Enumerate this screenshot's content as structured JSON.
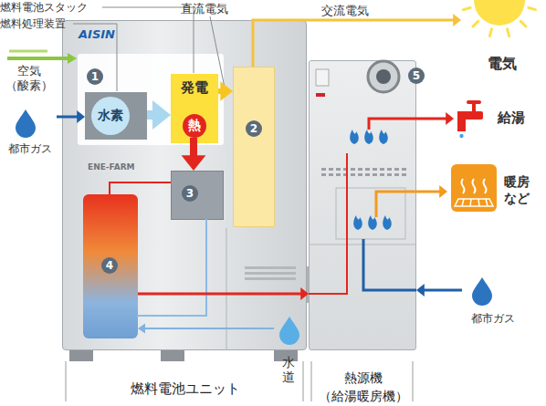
{
  "diagram": {
    "nodes": [
      {
        "text": [
          "燃料電池ユニット"
        ]
      },
      {
        "text": [
          "1"
        ],
        "in": 0
      },
      {
        "text": [
          "水素"
        ],
        "in": 1
      },
      {
        "text": [
          "発電"
        ],
        "in": 1
      },
      {
        "text": [
          "熱"
        ],
        "in": 3
      },
      {
        "text": [
          "2"
        ],
        "in": 0
      },
      {
        "text": [
          "3"
        ],
        "in": 0
      },
      {
        "text": [
          "4"
        ],
        "in": 0
      },
      {
        "text": [
          "5",
          "熱源機 （給湯暖房機）"
        ]
      },
      {
        "text": [
          "電気"
        ]
      },
      {
        "text": [
          "給湯"
        ]
      },
      {
        "text": [
          "暖房 など"
        ]
      },
      {
        "text": [
          "都市ガス"
        ]
      },
      {
        "text": [
          "水道"
        ]
      },
      {
        "text": [
          "都市ガス"
        ]
      }
    ],
    "edges": [
      {
        "from": 12,
        "to": 2,
        "arrow": "to"
      },
      {
        "from": 2,
        "to": 3,
        "arrow": "to"
      },
      {
        "from": 3,
        "to": 5,
        "label": "直流電気",
        "arrow": "to"
      },
      {
        "from": 5,
        "to": 9,
        "label": "交流電気",
        "arrow": "to"
      },
      {
        "from": 4,
        "to": 6,
        "arrow": "to"
      },
      {
        "from": 6,
        "to": 7,
        "arrow": "none"
      },
      {
        "from": 7,
        "to": 8,
        "arrow": "to"
      },
      {
        "from": 13,
        "to": 7,
        "arrow": "to"
      },
      {
        "from": 14,
        "to": 8,
        "arrow": "to"
      },
      {
        "from": 8,
        "to": 10,
        "arrow": "to"
      },
      {
        "from": 8,
        "to": 11,
        "arrow": "to"
      }
    ],
    "labels": [
      "燃料電池スタック",
      "燃料処理装置",
      "空気 （酸素）",
      "AISIN",
      "ENE-FARM"
    ]
  }
}
